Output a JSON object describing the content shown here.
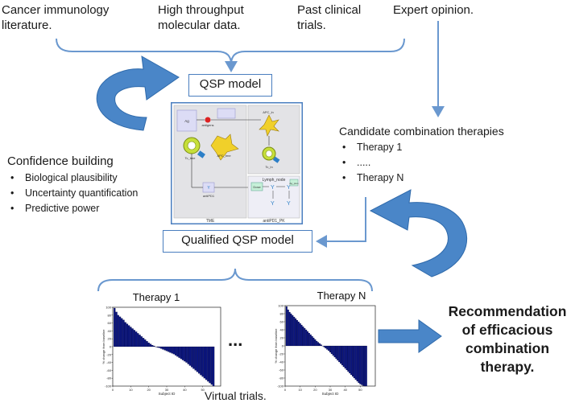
{
  "sources": [
    {
      "line1": "Cancer immunology",
      "line2": "literature."
    },
    {
      "line1": "High throughput",
      "line2": "molecular data."
    },
    {
      "line1": "Past clinical",
      "line2": "trials."
    },
    {
      "line1": "Expert opinion.",
      "line2": ""
    }
  ],
  "qsp_model_label": "QSP model",
  "qualified_model_label": "Qualified QSP model",
  "confidence": {
    "title": "Confidence building",
    "items": [
      "Biological plausibility",
      "Uncertainty quantification",
      "Predictive power"
    ]
  },
  "candidates": {
    "title": "Candidate combination therapies",
    "items": [
      "Therapy 1",
      ".....",
      "Therapy N"
    ]
  },
  "model_diagram": {
    "compartments": {
      "tme": "TME",
      "lymph_node": "Lymph_node",
      "pk": "antiPD1_PK"
    },
    "nodes": {
      "top_node": "Ag",
      "antigens": "antigens",
      "apc_tme": "APC_tme",
      "apc_ln": "APC_ln",
      "t_tme": "Tc_tme",
      "t_ln": "Tc_ln",
      "antipd1": "antiPD1",
      "dose": "Dose",
      "ag_small": "Ag_pres"
    }
  },
  "virtual_trials": {
    "label": "Virtual trials.",
    "ellipsis": "...",
    "xlabel": "Subject ID",
    "ylabel": "% change from baseline"
  },
  "recommendation": {
    "lines": [
      "Recommendation",
      "of efficacious",
      "combination",
      "therapy."
    ]
  },
  "chart_data": [
    {
      "type": "bar",
      "title": "Therapy 1",
      "xlabel": "Subject ID",
      "ylabel": "% change from baseline",
      "ylim": [
        -100,
        100
      ],
      "xlim": [
        0,
        60
      ],
      "xticks": [
        0,
        10,
        20,
        30,
        40,
        50
      ],
      "yticks": [
        100,
        80,
        60,
        40,
        20,
        0,
        -20,
        -40,
        -60,
        -80,
        -100
      ],
      "values": [
        98,
        88,
        80,
        76,
        72,
        68,
        62,
        58,
        54,
        50,
        46,
        42,
        38,
        34,
        30,
        26,
        22,
        18,
        14,
        10,
        7,
        4,
        2,
        0,
        -2,
        -3,
        -5,
        -7,
        -9,
        -11,
        -13,
        -15,
        -17,
        -19,
        -22,
        -25,
        -28,
        -31,
        -34,
        -37,
        -40,
        -44,
        -48,
        -52,
        -56,
        -60,
        -64,
        -68,
        -72,
        -76,
        -80,
        -84,
        -88,
        -92,
        -96,
        -100
      ],
      "color": "#0b1580"
    },
    {
      "type": "bar",
      "title": "Therapy N",
      "xlabel": "Subject ID",
      "ylabel": "% change from baseline",
      "ylim": [
        -100,
        100
      ],
      "xlim": [
        0,
        60
      ],
      "xticks": [
        0,
        10,
        20,
        30,
        40,
        50
      ],
      "yticks": [
        100,
        80,
        60,
        40,
        20,
        0,
        -20,
        -40,
        -60,
        -80,
        -100
      ],
      "values": [
        98,
        90,
        84,
        80,
        76,
        72,
        68,
        64,
        60,
        56,
        52,
        48,
        44,
        40,
        36,
        32,
        28,
        24,
        20,
        16,
        12,
        9,
        6,
        3,
        0,
        -3,
        -6,
        -9,
        -12,
        -16,
        -20,
        -24,
        -28,
        -32,
        -36,
        -40,
        -44,
        -48,
        -52,
        -56,
        -60,
        -64,
        -68,
        -72,
        -76,
        -80,
        -84,
        -88,
        -92,
        -95,
        -97,
        -99,
        -100,
        -100
      ],
      "color": "#0b1580"
    }
  ]
}
